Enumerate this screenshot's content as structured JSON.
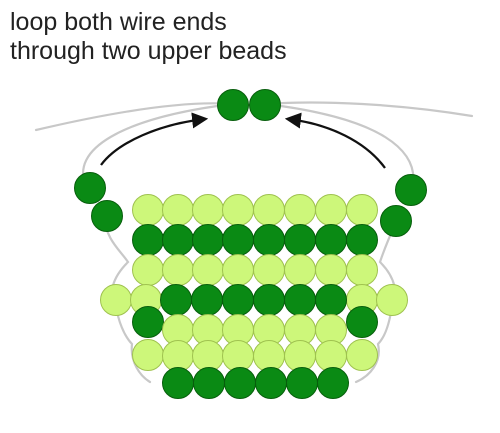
{
  "caption": {
    "line1": "loop both wire ends",
    "line2": "through two upper beads"
  },
  "colors": {
    "dark_bead": "#0a8a14",
    "dark_bead_stroke": "#075e0c",
    "light_bead": "#cdf77a",
    "light_bead_stroke": "#9fc24f",
    "wire": "#c8c8c8",
    "arrow": "#111111"
  },
  "icons": [
    "dark-green-bead",
    "light-green-bead",
    "curved-arrow"
  ]
}
